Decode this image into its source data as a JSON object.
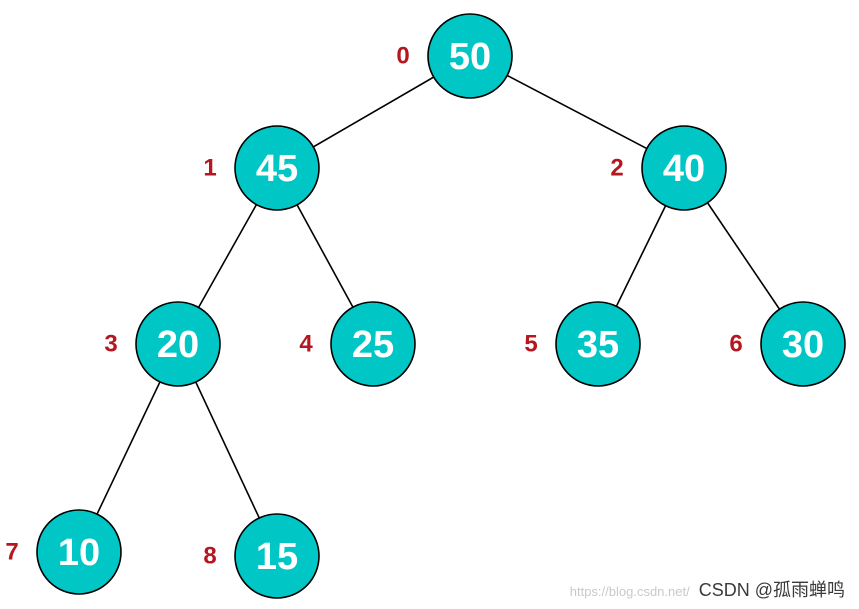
{
  "colors": {
    "node_fill": "#00c6c6",
    "node_stroke": "#000000",
    "node_text": "#ffffff",
    "index_text": "#b5161f",
    "edge": "#000000"
  },
  "tree": {
    "nodes": [
      {
        "index": "0",
        "value": "50"
      },
      {
        "index": "1",
        "value": "45"
      },
      {
        "index": "2",
        "value": "40"
      },
      {
        "index": "3",
        "value": "20"
      },
      {
        "index": "4",
        "value": "25"
      },
      {
        "index": "5",
        "value": "35"
      },
      {
        "index": "6",
        "value": "30"
      },
      {
        "index": "7",
        "value": "10"
      },
      {
        "index": "8",
        "value": "15"
      }
    ],
    "edges": [
      [
        "0",
        "1"
      ],
      [
        "0",
        "2"
      ],
      [
        "1",
        "3"
      ],
      [
        "1",
        "4"
      ],
      [
        "2",
        "5"
      ],
      [
        "2",
        "6"
      ],
      [
        "3",
        "7"
      ],
      [
        "3",
        "8"
      ]
    ]
  },
  "watermark": {
    "url": "https://blog.csdn.net/",
    "text": "CSDN @孤雨蝉鸣"
  }
}
